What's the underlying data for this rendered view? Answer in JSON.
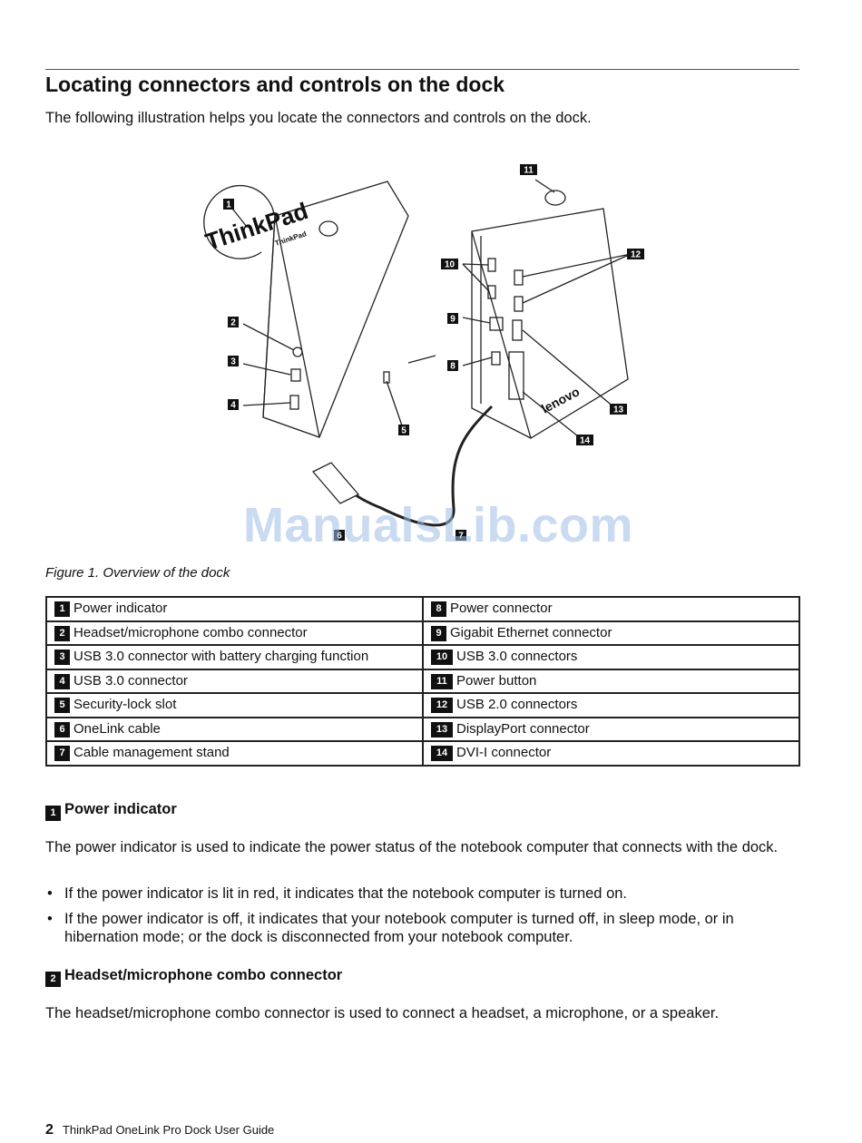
{
  "page": {
    "title": "Locating connectors and controls on the dock",
    "intro": "The following illustration helps you locate the connectors and controls on the dock.",
    "figure_caption": "Figure 1.  Overview of the dock",
    "watermark": "ManualsLib.com"
  },
  "figure": {
    "brand_thinkpad": "ThinkPad",
    "brand_lenovo": "lenovo",
    "callouts": [
      "1",
      "2",
      "3",
      "4",
      "5",
      "6",
      "7",
      "8",
      "9",
      "10",
      "11",
      "12",
      "13",
      "14"
    ]
  },
  "table": {
    "left": [
      {
        "num": "1",
        "label": "Power indicator"
      },
      {
        "num": "2",
        "label": "Headset/microphone combo connector"
      },
      {
        "num": "3",
        "label": "USB 3.0 connector with battery charging function"
      },
      {
        "num": "4",
        "label": "USB 3.0 connector"
      },
      {
        "num": "5",
        "label": "Security-lock slot"
      },
      {
        "num": "6",
        "label": "OneLink cable"
      },
      {
        "num": "7",
        "label": "Cable management stand"
      }
    ],
    "right": [
      {
        "num": "8",
        "label": "Power connector"
      },
      {
        "num": "9",
        "label": "Gigabit Ethernet connector"
      },
      {
        "num": "10",
        "label": "USB 3.0 connectors"
      },
      {
        "num": "11",
        "label": "Power button"
      },
      {
        "num": "12",
        "label": "USB 2.0 connectors"
      },
      {
        "num": "13",
        "label": "DisplayPort connector"
      },
      {
        "num": "14",
        "label": "DVI-I connector"
      }
    ]
  },
  "sections": [
    {
      "num": "1",
      "heading": "Power indicator",
      "body": "The power indicator is used to indicate the power status of the notebook computer that connects with the dock.",
      "bullets": [
        "If the power indicator is lit in red, it indicates that the notebook computer is turned on.",
        "If the power indicator is off, it indicates that your notebook computer is turned off, in sleep mode, or in hibernation mode; or the dock is disconnected from your notebook computer."
      ]
    },
    {
      "num": "2",
      "heading": "Headset/microphone combo connector",
      "body": "The headset/microphone combo connector is used to connect a headset, a microphone, or a speaker."
    }
  ],
  "footer": {
    "page_number": "2",
    "doc_title": "ThinkPad OneLink Pro Dock User Guide"
  }
}
